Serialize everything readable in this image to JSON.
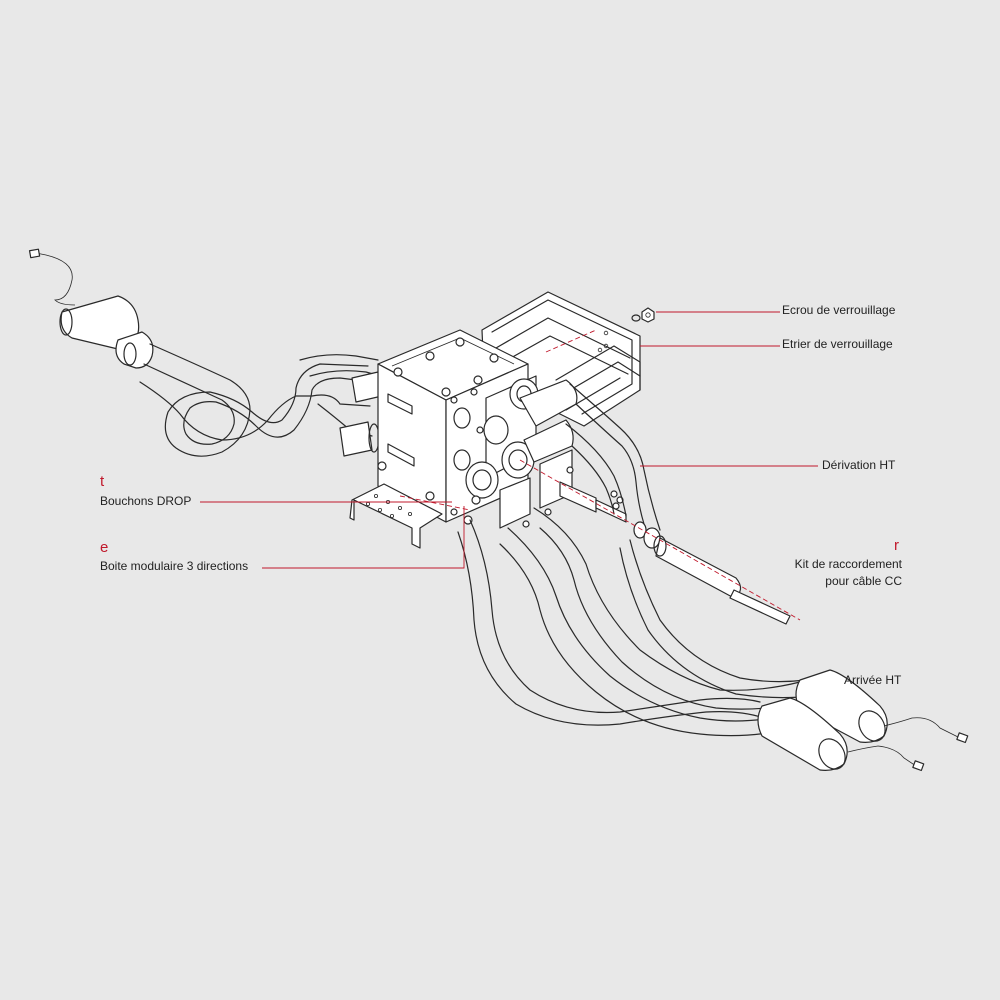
{
  "callouts": {
    "ecrou": "Ecrou de verrouillage",
    "etrier": "Etrier de verrouillage",
    "derivation": "Dérivation HT",
    "bouchons": "Bouchons DROP",
    "boite": "Boite modulaire 3 directions",
    "kit_line1": "Kit de raccordement",
    "kit_line2": "pour câble CC",
    "arrivee": "Arrivée HT"
  },
  "index_letters": {
    "bouchons": "t",
    "boite": "e",
    "kit": "r"
  },
  "colors": {
    "background": "#e8e8e8",
    "line": "#2a2a2a",
    "accent": "#c0182b"
  }
}
